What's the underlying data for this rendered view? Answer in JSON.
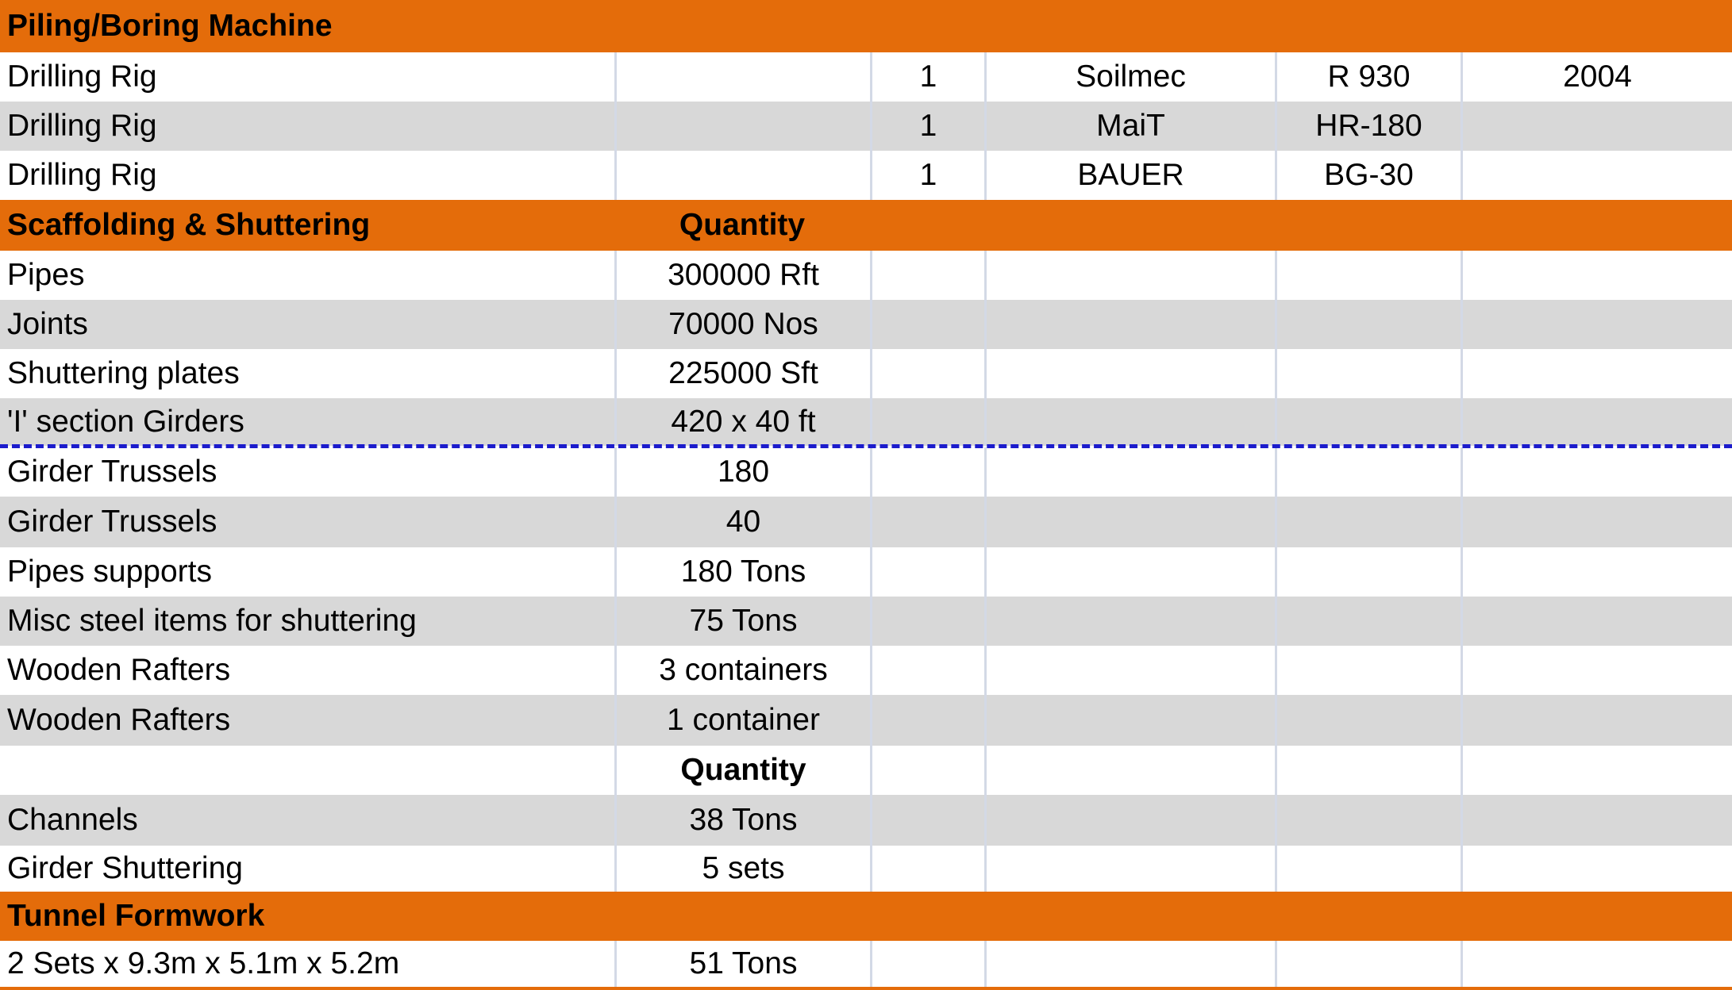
{
  "sections": {
    "piling": {
      "title": "Piling/Boring Machine",
      "rows": [
        {
          "item": "Drilling Rig",
          "qty": "",
          "count": "1",
          "make": "Soilmec",
          "model": "R 930",
          "year": "2004"
        },
        {
          "item": "Drilling Rig",
          "qty": "",
          "count": "1",
          "make": "MaiT",
          "model": "HR-180",
          "year": ""
        },
        {
          "item": "Drilling Rig",
          "qty": "",
          "count": "1",
          "make": "BAUER",
          "model": "BG-30",
          "year": ""
        }
      ]
    },
    "scaffolding": {
      "title": "Scaffolding & Shuttering",
      "quantity_label": "Quantity",
      "rows": [
        {
          "item": "Pipes",
          "qty": "300000 Rft"
        },
        {
          "item": "Joints",
          "qty": "70000 Nos"
        },
        {
          "item": "Shuttering plates",
          "qty": "225000 Sft"
        },
        {
          "item": "'I' section Girders",
          "qty": "420 x 40 ft"
        },
        {
          "item": "Girder Trussels",
          "qty": "180"
        },
        {
          "item": "Girder Trussels",
          "qty": "40"
        },
        {
          "item": "Pipes supports",
          "qty": "180 Tons"
        },
        {
          "item": "Misc steel items for shuttering",
          "qty": "75 Tons"
        },
        {
          "item": "Wooden Rafters",
          "qty": "3 containers"
        },
        {
          "item": "Wooden Rafters",
          "qty": "1 container"
        }
      ]
    },
    "misc": {
      "quantity_label": "Quantity",
      "rows": [
        {
          "item": "Channels",
          "qty": "38 Tons"
        },
        {
          "item": "Girder Shuttering",
          "qty": "5 sets"
        }
      ]
    },
    "tunnel": {
      "title": "Tunnel Formwork",
      "rows": [
        {
          "item": "2 Sets x 9.3m x 5.1m x 5.2m",
          "qty": "51 Tons"
        }
      ]
    }
  },
  "colors": {
    "header": "#e46c0a",
    "stripe": "#d8d8d8",
    "grid": "#d3d9e6",
    "page_break": "#1c1ccc"
  }
}
